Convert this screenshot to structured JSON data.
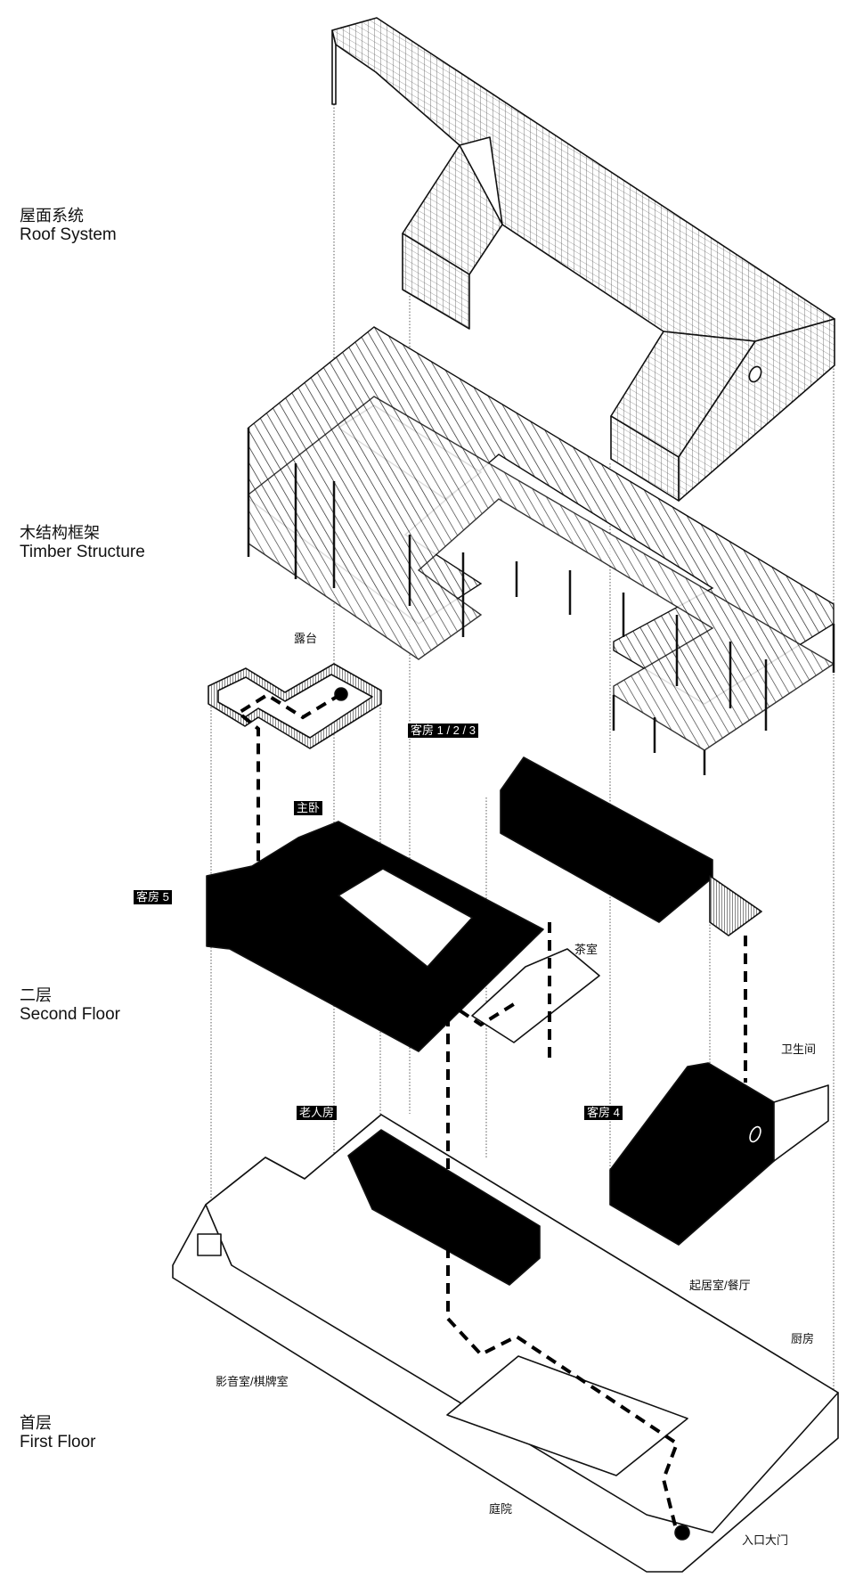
{
  "layers": [
    {
      "zh": "屋面系统",
      "en": "Roof System"
    },
    {
      "zh": "木结构框架",
      "en": "Timber Structure"
    },
    {
      "zh": "二层",
      "en": "Second Floor"
    },
    {
      "zh": "首层",
      "en": "First Floor"
    }
  ],
  "rooms": {
    "terrace": "露台",
    "guest_rooms_123": "客房 1 / 2 / 3",
    "master_bedroom": "主卧",
    "guest_room_5": "客房 5",
    "tea_room": "茶室",
    "bathroom": "卫生间",
    "elderly_room": "老人房",
    "guest_room_4": "客房 4",
    "living_dining": "起居室/餐厅",
    "kitchen": "厨房",
    "media_game_room": "影音室/棋牌室",
    "courtyard": "庭院",
    "entrance_gate": "入口大门"
  },
  "colors": {
    "ink": "#111111",
    "paper": "#ffffff"
  }
}
